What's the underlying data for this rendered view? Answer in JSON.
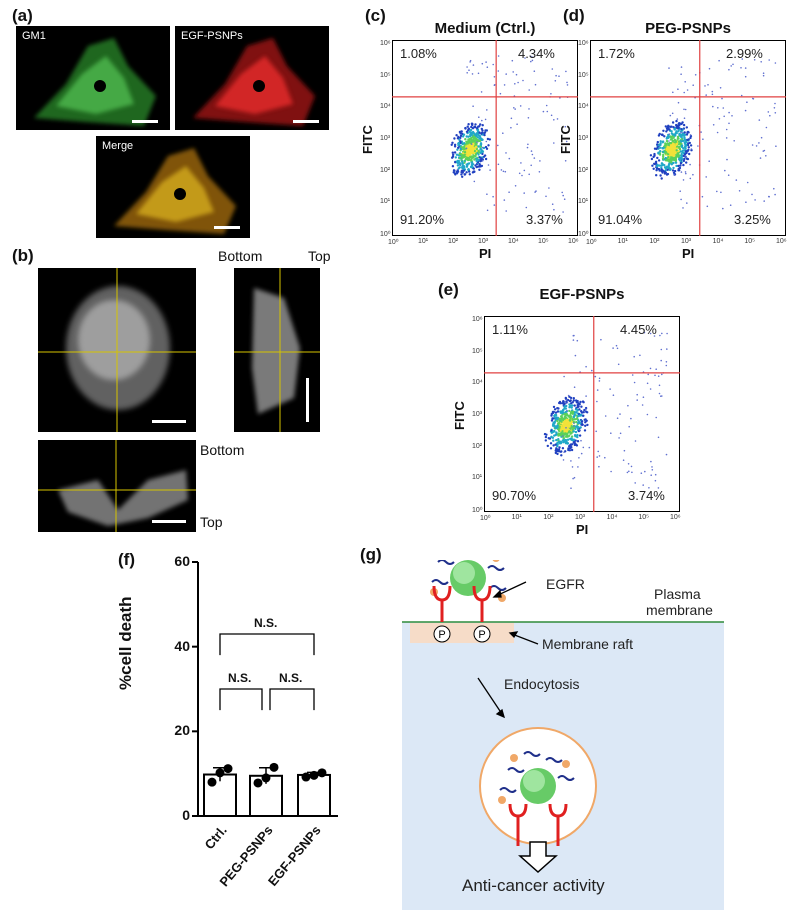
{
  "panel_labels": {
    "a": "(a)",
    "b": "(b)",
    "c": "(c)",
    "d": "(d)",
    "e": "(e)",
    "f": "(f)",
    "g": "(g)"
  },
  "panel_a": {
    "ch1": "GM1",
    "ch2": "EGF-PSNPs",
    "ch3": "Merge"
  },
  "panel_b": {
    "bottom_right": "Bottom",
    "top_right": "Top",
    "bottom_lower": "Bottom",
    "top_lower": "Top"
  },
  "flow": {
    "xlabel": "PI",
    "ylabel": "FITC",
    "ticks": [
      "10⁰",
      "10¹",
      "10²",
      "10³",
      "10⁴",
      "10⁵",
      "10⁶"
    ],
    "plots": [
      {
        "title": "Medium (Ctrl.)",
        "ul": "1.08%",
        "ur": "4.34%",
        "ll": "91.20%",
        "lr": "3.37%"
      },
      {
        "title": "PEG-PSNPs",
        "ul": "1.72%",
        "ur": "2.99%",
        "ll": "91.04%",
        "lr": "3.25%"
      },
      {
        "title": "EGF-PSNPs",
        "ul": "1.11%",
        "ur": "4.45%",
        "ll": "90.70%",
        "lr": "3.74%"
      }
    ]
  },
  "chart_data": {
    "type": "bar",
    "categories": [
      "Ctrl.",
      "PEG-PSNPs",
      "EGF-PSNPs"
    ],
    "values": [
      9.8,
      9.5,
      9.7
    ],
    "points": [
      [
        8.0,
        10.2,
        11.2
      ],
      [
        7.8,
        9.0,
        11.5
      ],
      [
        9.2,
        9.6,
        10.2
      ]
    ],
    "errors": [
      1.6,
      1.9,
      0.6
    ],
    "ylabel": "%cell death",
    "ylim": [
      0,
      60
    ],
    "yticks": [
      0,
      20,
      40,
      60
    ],
    "significance": [
      {
        "from": 0,
        "to": 1,
        "label": "N.S."
      },
      {
        "from": 1,
        "to": 2,
        "label": "N.S."
      },
      {
        "from": 0,
        "to": 2,
        "label": "N.S."
      }
    ]
  },
  "schematic": {
    "egfr": "EGFR",
    "plasma1": "Plasma",
    "plasma2": "membrane",
    "raft": "Membrane raft",
    "endo": "Endocytosis",
    "activity": "Anti-cancer activity",
    "p": "P",
    "bg": "#dce8f6",
    "raft_color": "#f6dcc8",
    "membrane_color": "#2e8b3a",
    "receptor_color": "#e02020",
    "np_color": "#4cc24c"
  }
}
